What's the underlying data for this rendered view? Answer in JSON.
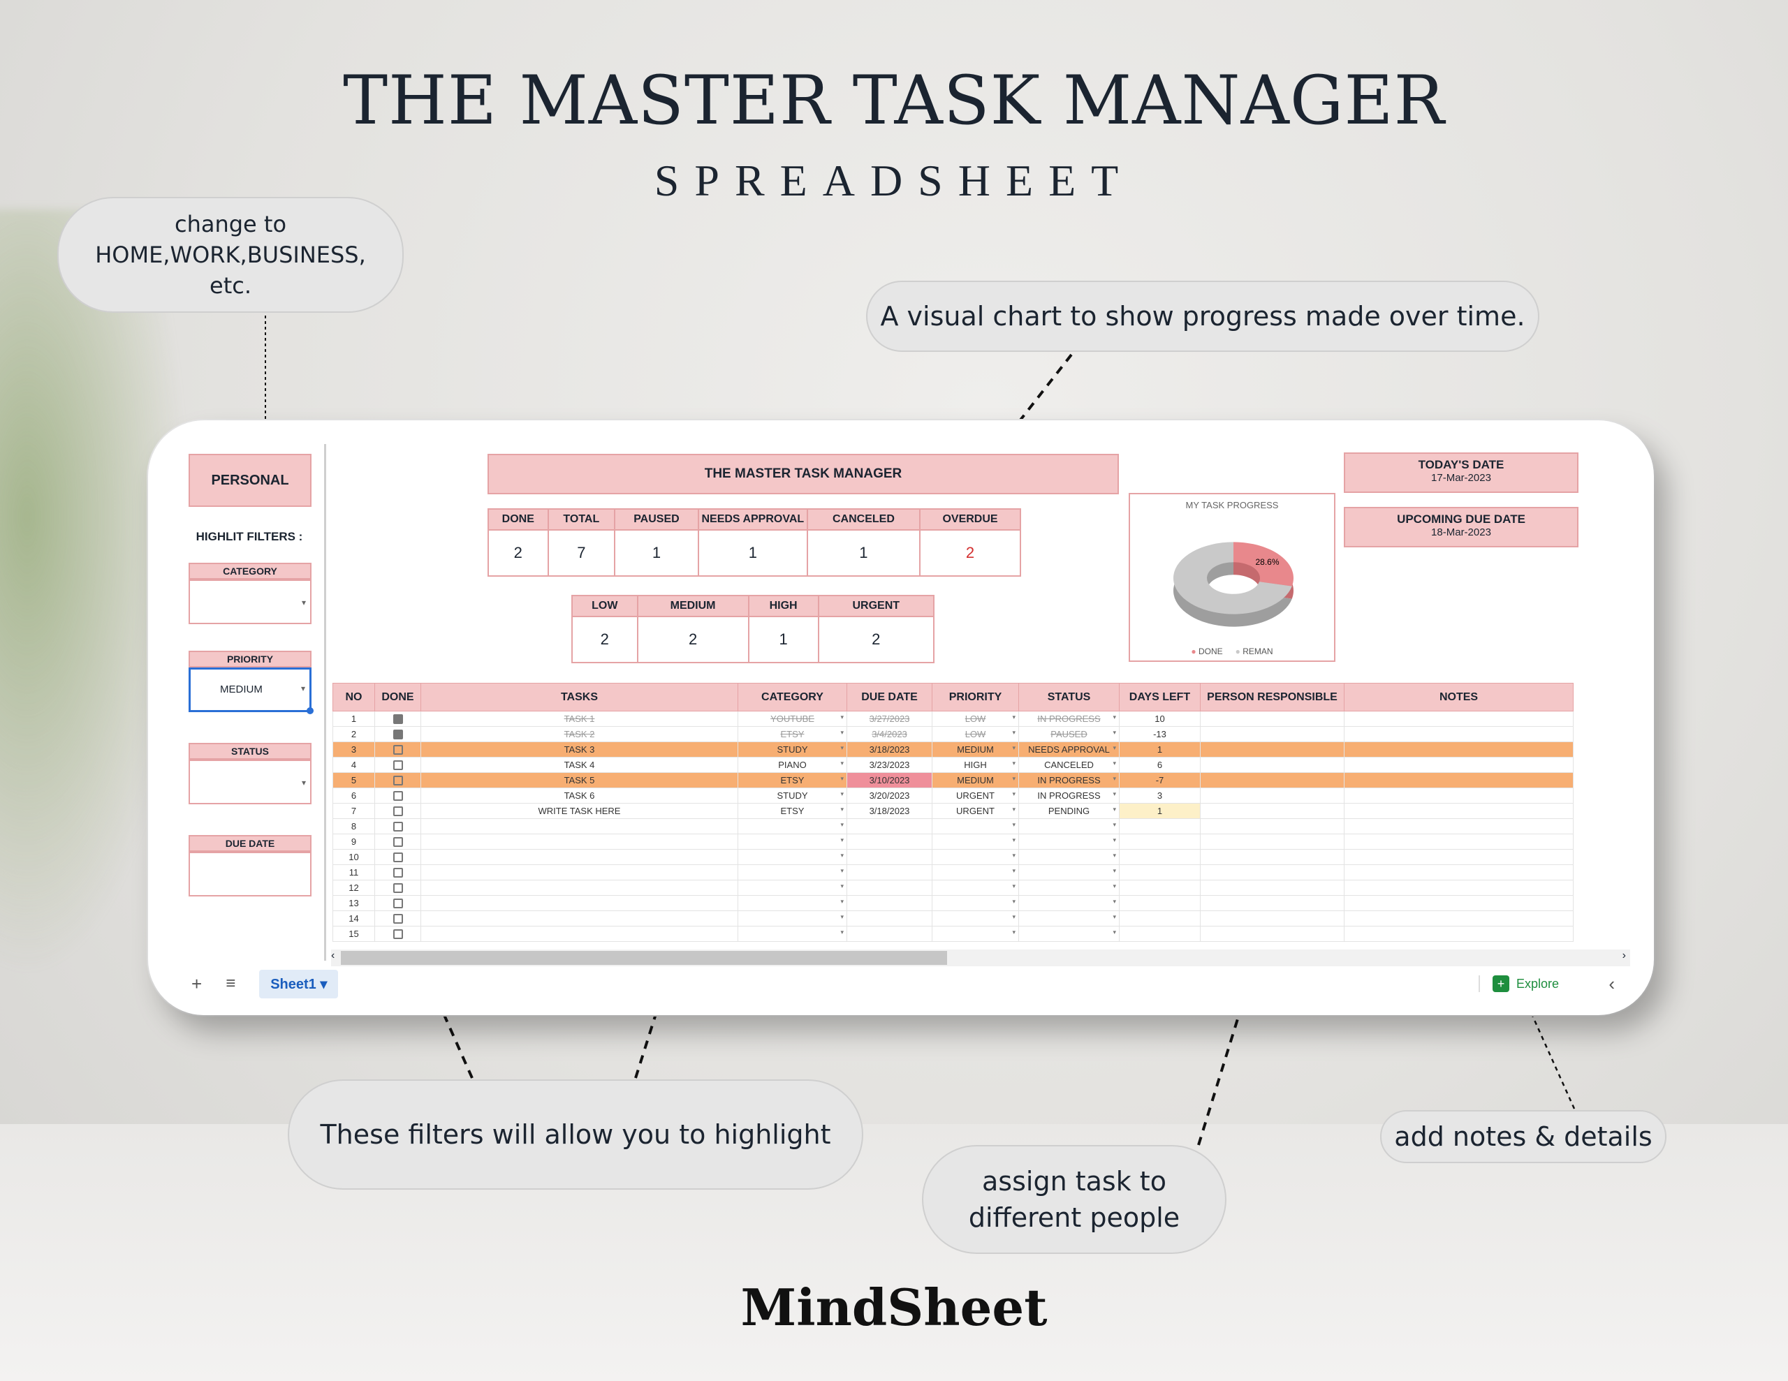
{
  "header": {
    "title": "THE MASTER TASK MANAGER",
    "subtitle": "SPREADSHEET"
  },
  "callouts": {
    "category": [
      "change to",
      "HOME,WORK,BUSINESS,",
      "etc."
    ],
    "chart": "A visual chart to show progress made over time.",
    "filters": "These filters will allow you to highlight",
    "assign": [
      "assign task to",
      "different people"
    ],
    "notes": "add notes & details"
  },
  "brand": "MindSheet",
  "sheet": {
    "category_name": "PERSONAL",
    "filters_label": "HIGHLIT FILTERS :",
    "filters": [
      {
        "label": "CATEGORY",
        "value": ""
      },
      {
        "label": "PRIORITY",
        "value": "MEDIUM"
      },
      {
        "label": "STATUS",
        "value": ""
      },
      {
        "label": "DUE DATE",
        "value": ""
      }
    ],
    "banner": "THE MASTER TASK MANAGER",
    "stats_top": {
      "headers": [
        "DONE",
        "TOTAL",
        "PAUSED",
        "NEEDS APPROVAL",
        "CANCELED",
        "OVERDUE"
      ],
      "values": [
        "2",
        "7",
        "1",
        "1",
        "1",
        "2"
      ]
    },
    "stats_priority": {
      "headers": [
        "LOW",
        "MEDIUM",
        "HIGH",
        "URGENT"
      ],
      "values": [
        "2",
        "2",
        "1",
        "2"
      ]
    },
    "today_label": "TODAY'S DATE",
    "today_value": "17-Mar-2023",
    "upcoming_label": "UPCOMING DUE DATE",
    "upcoming_value": "18-Mar-2023",
    "columns": [
      "NO",
      "DONE",
      "TASKS",
      "CATEGORY",
      "DUE DATE",
      "PRIORITY",
      "STATUS",
      "DAYS LEFT",
      "PERSON RESPONSIBLE",
      "NOTES"
    ],
    "rows": [
      {
        "no": "1",
        "done": true,
        "task": "TASK 1",
        "cat": "YOUTUBE",
        "due": "3/27/2023",
        "pri": "LOW",
        "status": "IN PROGRESS",
        "days": "10",
        "style": "strike"
      },
      {
        "no": "2",
        "done": true,
        "task": "TASK 2",
        "cat": "ETSY",
        "due": "3/4/2023",
        "pri": "LOW",
        "status": "PAUSED",
        "days": "-13",
        "style": "strike"
      },
      {
        "no": "3",
        "done": false,
        "task": "TASK 3",
        "cat": "STUDY",
        "due": "3/18/2023",
        "pri": "MEDIUM",
        "status": "NEEDS APPROVAL",
        "days": "1",
        "style": "hl"
      },
      {
        "no": "4",
        "done": false,
        "task": "TASK 4",
        "cat": "PIANO",
        "due": "3/23/2023",
        "pri": "HIGH",
        "status": "CANCELED",
        "days": "6",
        "style": ""
      },
      {
        "no": "5",
        "done": false,
        "task": "TASK 5",
        "cat": "ETSY",
        "due": "3/10/2023",
        "pri": "MEDIUM",
        "status": "IN PROGRESS",
        "days": "-7",
        "style": "hl"
      },
      {
        "no": "6",
        "done": false,
        "task": "TASK 6",
        "cat": "STUDY",
        "due": "3/20/2023",
        "pri": "URGENT",
        "status": "IN PROGRESS",
        "days": "3",
        "style": ""
      },
      {
        "no": "7",
        "done": false,
        "task": "WRITE TASK HERE",
        "cat": "ETSY",
        "due": "3/18/2023",
        "pri": "URGENT",
        "status": "PENDING",
        "days": "1",
        "style": ""
      },
      {
        "no": "8",
        "done": false,
        "task": "",
        "cat": "",
        "due": "",
        "pri": "",
        "status": "",
        "days": "",
        "style": ""
      },
      {
        "no": "9",
        "done": false,
        "task": "",
        "cat": "",
        "due": "",
        "pri": "",
        "status": "",
        "days": "",
        "style": ""
      },
      {
        "no": "10",
        "done": false,
        "task": "",
        "cat": "",
        "due": "",
        "pri": "",
        "status": "",
        "days": "",
        "style": ""
      },
      {
        "no": "11",
        "done": false,
        "task": "",
        "cat": "",
        "due": "",
        "pri": "",
        "status": "",
        "days": "",
        "style": ""
      },
      {
        "no": "12",
        "done": false,
        "task": "",
        "cat": "",
        "due": "",
        "pri": "",
        "status": "",
        "days": "",
        "style": ""
      },
      {
        "no": "13",
        "done": false,
        "task": "",
        "cat": "",
        "due": "",
        "pri": "",
        "status": "",
        "days": "",
        "style": ""
      },
      {
        "no": "14",
        "done": false,
        "task": "",
        "cat": "",
        "due": "",
        "pri": "",
        "status": "",
        "days": "",
        "style": ""
      },
      {
        "no": "15",
        "done": false,
        "task": "",
        "cat": "",
        "due": "",
        "pri": "",
        "status": "",
        "days": "",
        "style": ""
      }
    ],
    "sheet_tab": "Sheet1",
    "explore": "Explore"
  },
  "chart_data": {
    "type": "pie",
    "title": "MY TASK PROGRESS",
    "categories": [
      "DONE",
      "REMAN"
    ],
    "values": [
      28.6,
      71.4
    ],
    "data_labels": [
      "28.6%"
    ],
    "colors": [
      "#e8888c",
      "#c9c9c9"
    ],
    "legend": "bottom"
  }
}
